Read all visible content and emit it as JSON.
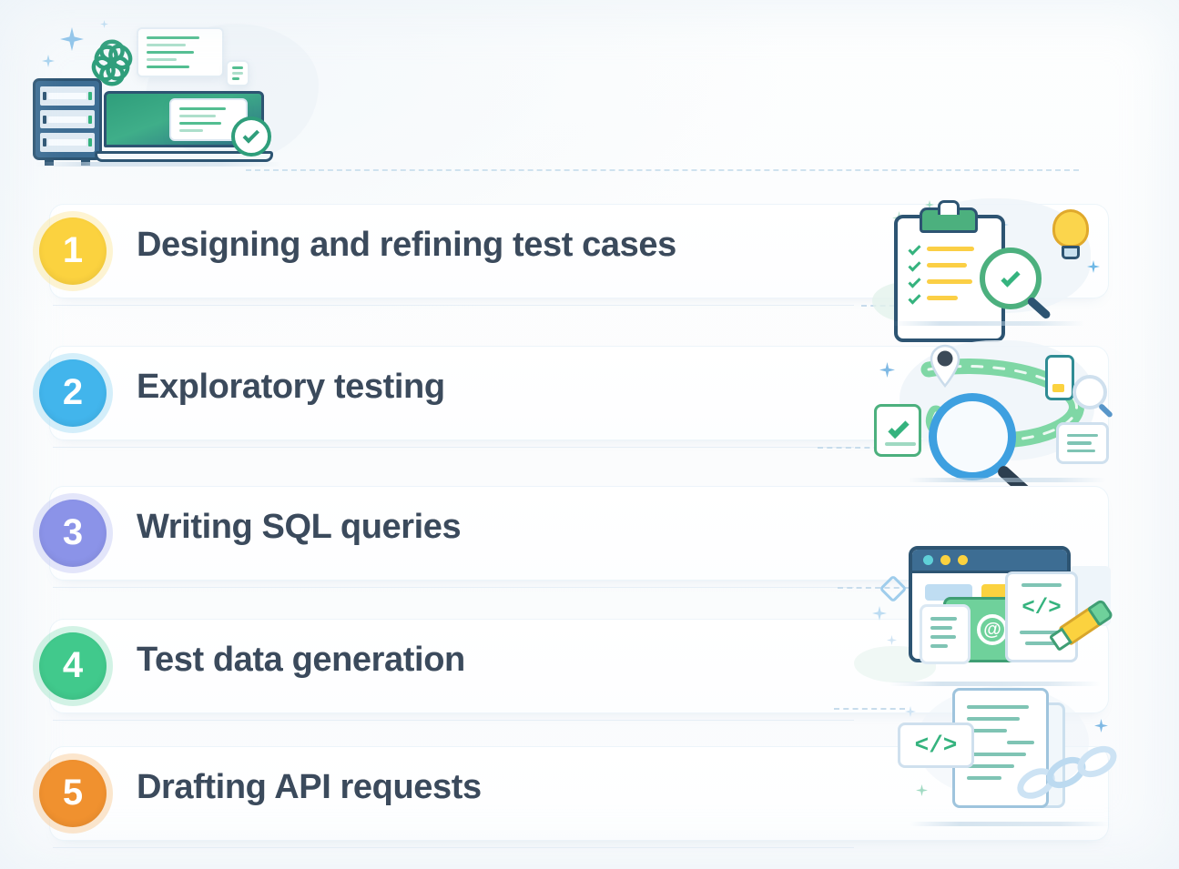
{
  "page": {
    "background_color": "#fdfdfe",
    "text_color": "#3b4a5c",
    "divider_color": "#e6eef6",
    "dashed_rule_color": "#cfe2ef"
  },
  "header": {
    "illustration_name": "ai-server-laptop-illustration",
    "elements": [
      "openai-flower-logo",
      "server-rack",
      "laptop",
      "code-document-card",
      "checkmark-badge",
      "sparkles"
    ]
  },
  "list": {
    "items": [
      {
        "number": "1",
        "label": "Designing and refining test cases",
        "badge_color": "#fbd23f",
        "badge_ring_color": "#fde493",
        "illustration": "clipboard-checklist-magnifier-lightbulb"
      },
      {
        "number": "2",
        "label": "Exploratory testing",
        "badge_color": "#42b5ec",
        "badge_ring_color": "#9bd9f4",
        "illustration": "magnifier-map-path-devices"
      },
      {
        "number": "3",
        "label": "Writing SQL queries",
        "badge_color": "#8b93e8",
        "badge_ring_color": "#bfc3f2",
        "illustration": ""
      },
      {
        "number": "4",
        "label": "Test data generation",
        "badge_color": "#41c98c",
        "badge_ring_color": "#97e3c2",
        "illustration": "browser-window-email-code-pencil"
      },
      {
        "number": "5",
        "label": "Drafting API requests",
        "badge_color": "#f0912f",
        "badge_ring_color": "#f8c389",
        "illustration": "document-code-chain-link"
      }
    ]
  },
  "illustration_labels": {
    "code_glyph": "</>",
    "at_glyph": "@"
  }
}
